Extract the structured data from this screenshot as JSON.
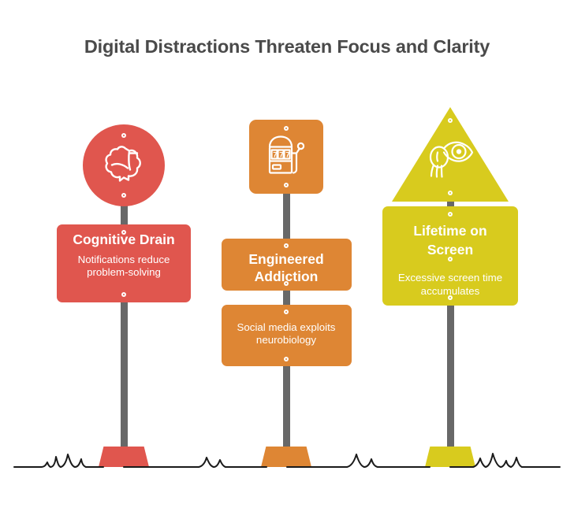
{
  "title": "Digital Distractions Threaten Focus and Clarity",
  "theme": {
    "background": "#ffffff",
    "title_color": "#4a4a4a",
    "pole_color": "#686868",
    "ground_color": "#1a1a1a",
    "text_color": "#ffffff"
  },
  "signs": [
    {
      "id": "cognitive-drain",
      "color": "#E0564E",
      "color_name": "red",
      "icon": "brain-icon",
      "icon_shape": "circle",
      "heading": "Cognitive Drain",
      "body": "Notifications reduce problem-solving",
      "panels": 1
    },
    {
      "id": "engineered-addiction",
      "color": "#DE8634",
      "color_name": "orange",
      "icon": "slot-machine-icon",
      "icon_shape": "rounded-square",
      "icon_label": "777",
      "heading": "Engineered Addiction",
      "body": "Social media exploits neurobiology",
      "panels": 2
    },
    {
      "id": "lifetime-on-screen",
      "color": "#D8CB1E",
      "color_name": "yellow",
      "icon": "eye-hand-icon",
      "icon_shape": "triangle",
      "heading": "Lifetime on Screen",
      "body": "Excessive screen time accumulates",
      "panels": 1
    }
  ]
}
